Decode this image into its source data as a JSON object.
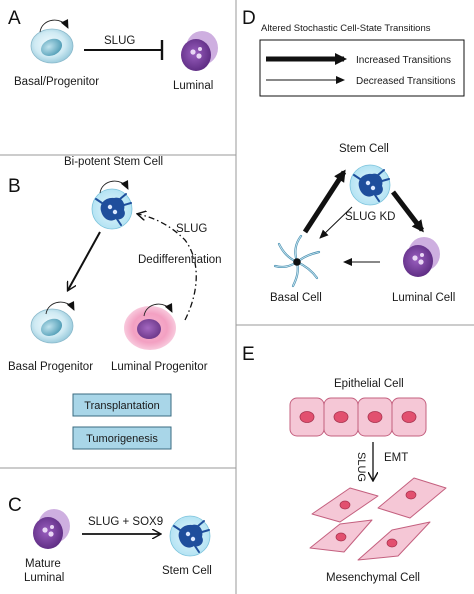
{
  "panels": {
    "A": {
      "letter": "A",
      "left_cell": "Basal/Progenitor",
      "arrow_label": "SLUG",
      "right_cell": "Luminal"
    },
    "B": {
      "letter": "B",
      "stem": "Bi-potent Stem Cell",
      "slug": "SLUG",
      "dediff": "Dedifferentiation",
      "basal": "Basal Progenitor",
      "luminal": "Luminal Progenitor",
      "boxes": [
        "Transplantation",
        "Tumorigenesis"
      ]
    },
    "C": {
      "letter": "C",
      "mature_1": "Mature",
      "mature_2": "Luminal",
      "arrow_label": "SLUG + SOX9",
      "stem": "Stem Cell"
    },
    "D": {
      "letter": "D",
      "legend_title": "Altered Stochastic Cell-State Transitions",
      "legend_increased": "Increased Transitions",
      "legend_decreased": "Decreased Transitions",
      "stem": "Stem Cell",
      "kd": "SLUG KD",
      "basal": "Basal Cell",
      "luminal": "Luminal Cell"
    },
    "E": {
      "letter": "E",
      "epithelial": "Epithelial Cell",
      "emt": "EMT",
      "slug": "SLUG",
      "mesenchymal": "Mesenchymal Cell"
    }
  },
  "colors": {
    "divider": "#9a9a9a",
    "box_fill": "#a9d6e8",
    "luminal_purple": "#7b3f9e",
    "stem_blue": "#1f4e9c",
    "epithelial_pink": "#f5c7d6"
  }
}
